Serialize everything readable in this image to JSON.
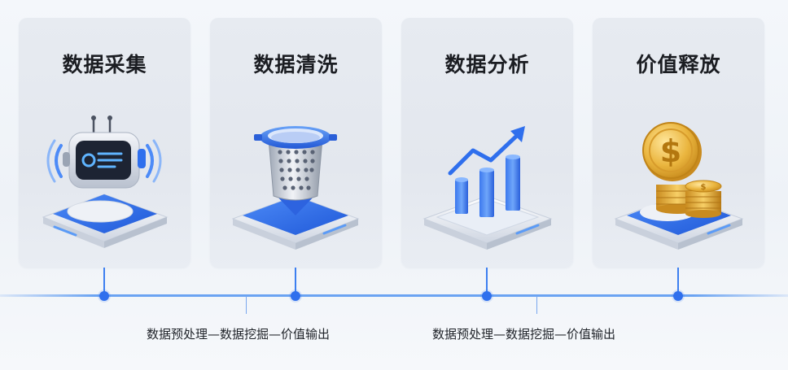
{
  "cards": [
    {
      "title": "数据采集",
      "icon": "robot-sensor-icon"
    },
    {
      "title": "数据清洗",
      "icon": "filter-funnel-icon"
    },
    {
      "title": "数据分析",
      "icon": "bar-chart-growth-icon"
    },
    {
      "title": "价值释放",
      "icon": "dollar-coins-icon"
    }
  ],
  "captions": [
    "数据预处理—数据挖掘—价值输出",
    "数据预处理—数据挖掘—价值输出"
  ],
  "colors": {
    "accent": "#2f6fed",
    "gold": "#e8b33c",
    "text": "#1b1d22"
  }
}
